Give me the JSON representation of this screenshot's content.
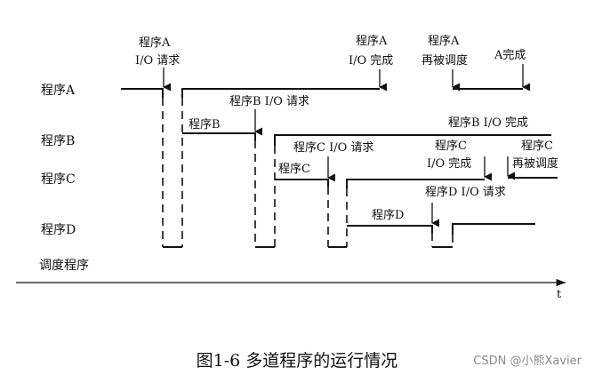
{
  "rows": {
    "a": "程序A",
    "b": "程序B",
    "c": "程序C",
    "d": "程序D",
    "sched": "调度程序"
  },
  "events": {
    "a_io_req_1": "程序A",
    "a_io_req_2": "I/O 请求",
    "a_io_done_1": "程序A",
    "a_io_done_2": "I/O 完成",
    "a_resched_1": "程序A",
    "a_resched_2": "再被调度",
    "a_complete": "A完成",
    "b_io_req": "程序B I/O 请求",
    "b_run": "程序B",
    "b_io_done": "程序B I/O 完成",
    "c_io_req": "程序C I/O 请求",
    "c_run": "程序C",
    "c_io_done_1": "程序C",
    "c_io_done_2": "I/O 完成",
    "c_resched_1": "程序C",
    "c_resched_2": "再被调度",
    "d_io_req": "程序D I/O 请求",
    "d_run": "程序D"
  },
  "axis_label": "t",
  "caption": "图1-6  多道程序的运行情况",
  "watermark": "CSDN @小熊Xavier"
}
